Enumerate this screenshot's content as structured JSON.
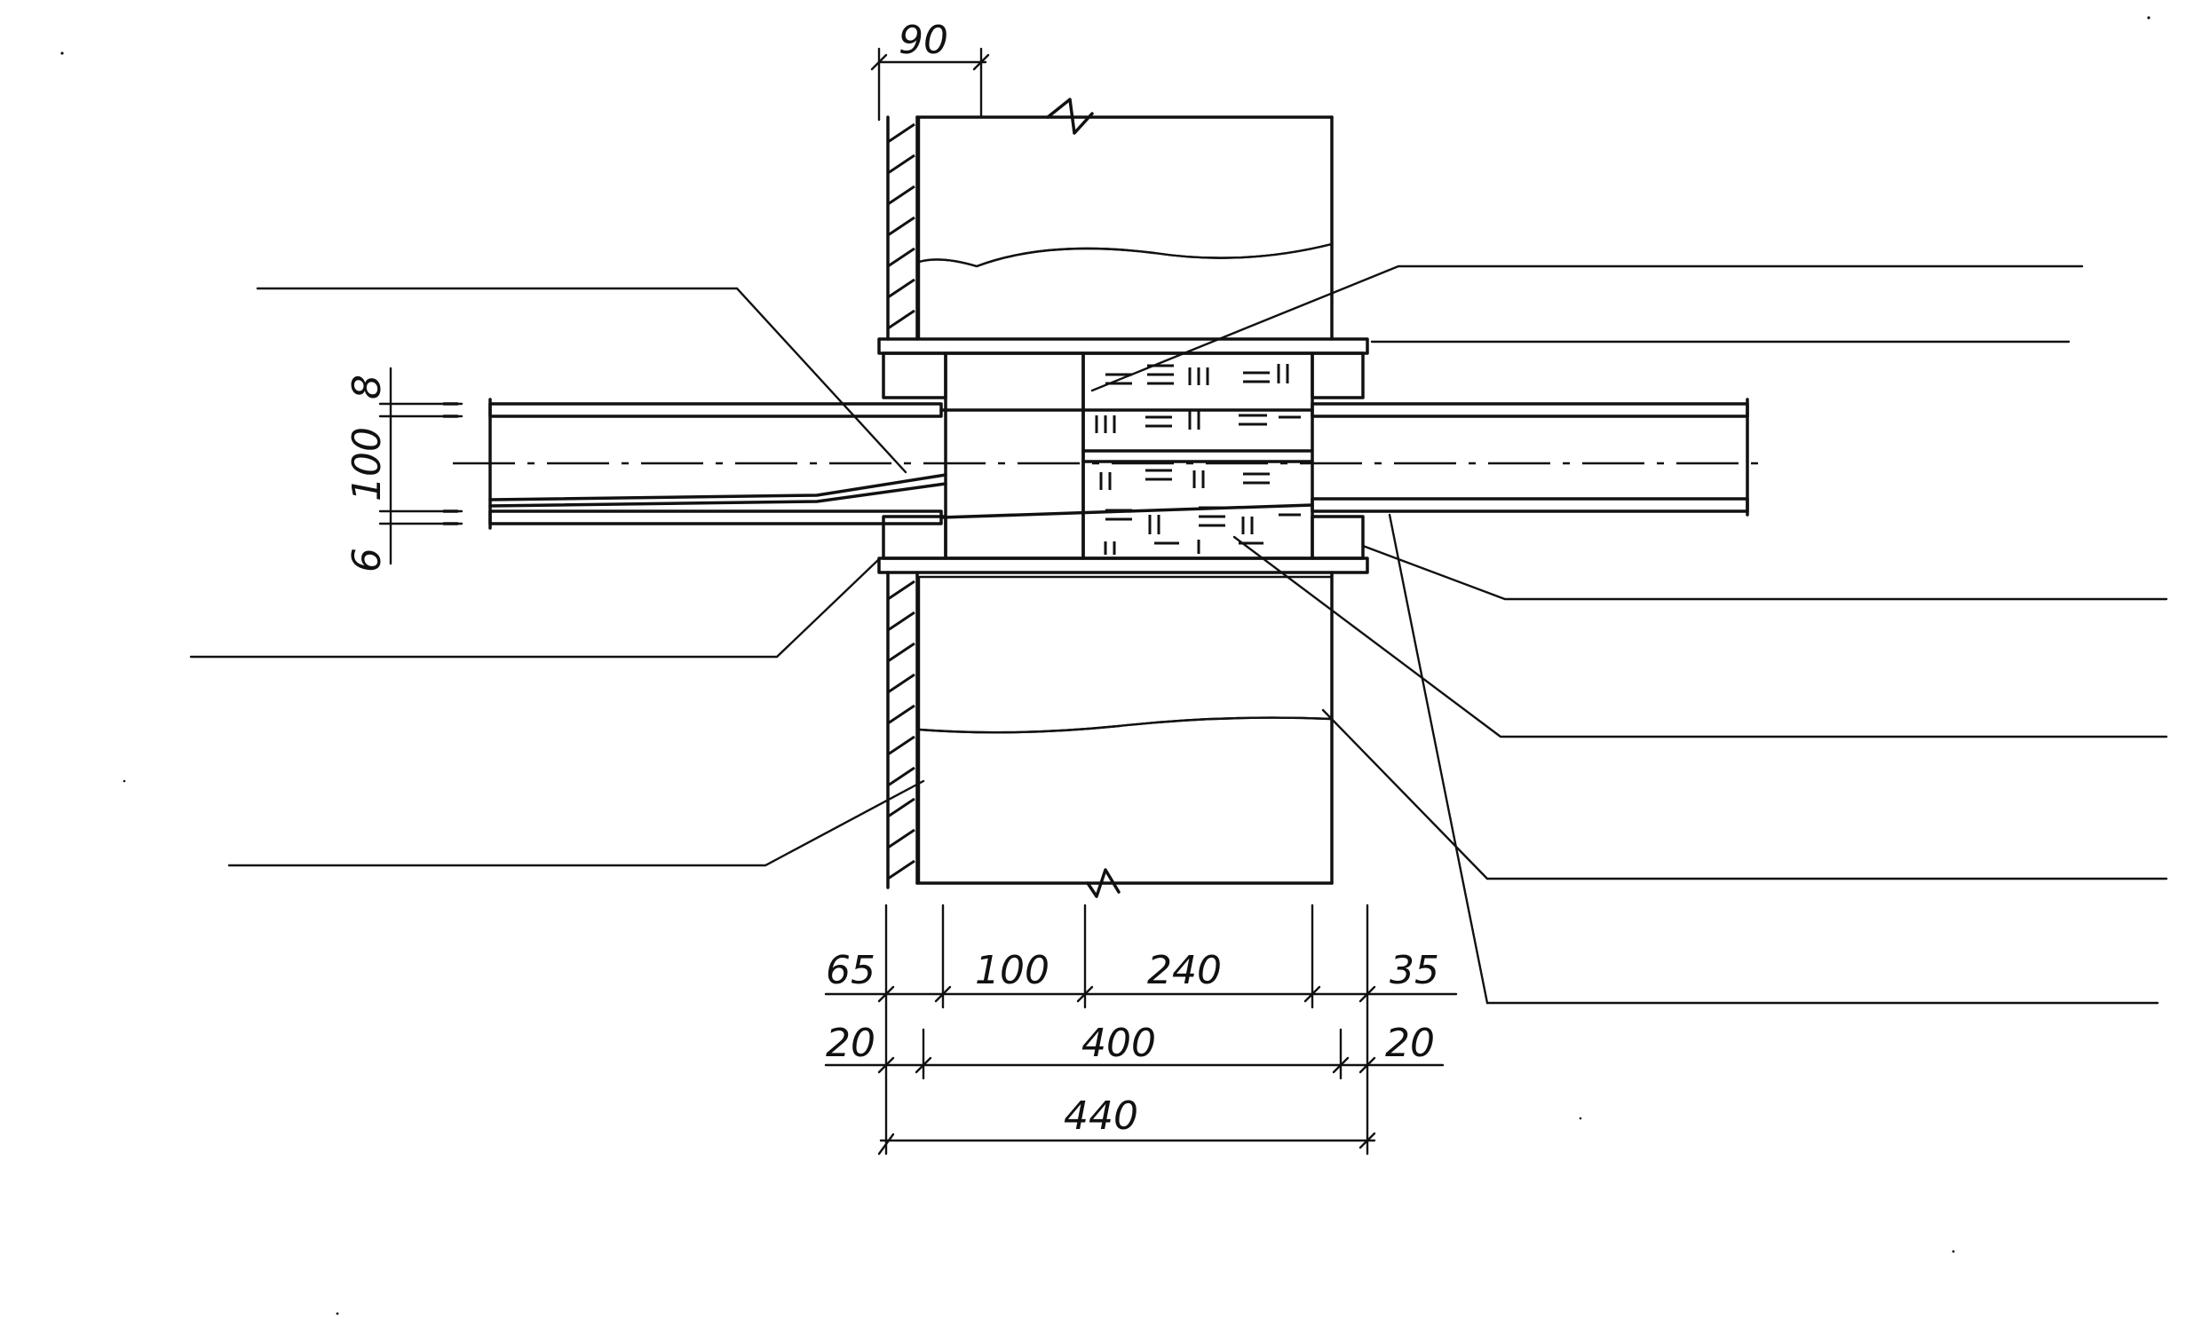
{
  "dimensions": {
    "top_offset": "90",
    "pipe_wall_top": "8",
    "pipe_bore": "100",
    "pipe_wall_bottom": "6",
    "row1": [
      "65",
      "100",
      "240",
      "35"
    ],
    "row2": [
      "20",
      "400",
      "20"
    ],
    "row3": [
      "440"
    ]
  },
  "leader_labels": {
    "left": [
      "",
      "",
      ""
    ],
    "right": [
      "",
      "",
      "",
      "",
      "",
      ""
    ]
  }
}
